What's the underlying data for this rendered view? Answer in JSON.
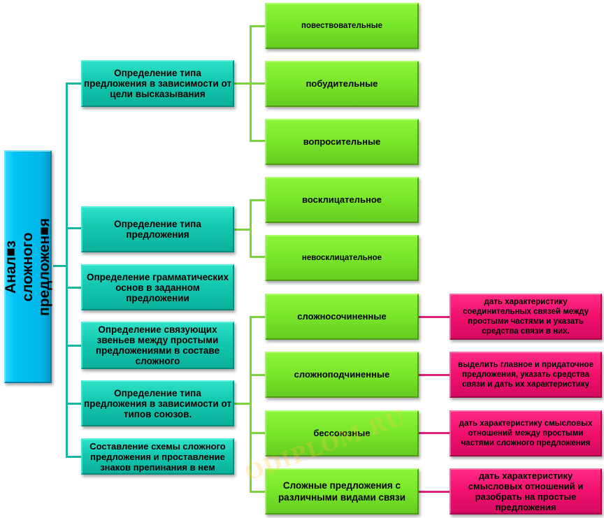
{
  "root": {
    "label": "Анал■з сложного предложен■я"
  },
  "steps": [
    {
      "label": "Определение типа предложения в зависимости от цели высказывания"
    },
    {
      "label": "Определение типа предложения"
    },
    {
      "label": "Определение грамматических основ в заданном предложении"
    },
    {
      "label": "Определение связующих звеньев между простыми предложениями в составе сложного"
    },
    {
      "label": "Определение типа предложения в зависимости от типов союзов."
    },
    {
      "label": "Составление схемы сложного предложения и проставление знаков препинания в нем"
    }
  ],
  "purpose_types": [
    {
      "label": "повествовательные"
    },
    {
      "label": "побудительные"
    },
    {
      "label": "вопросительные"
    }
  ],
  "intonation_types": [
    {
      "label": "восклицательное"
    },
    {
      "label": "невосклицательное"
    }
  ],
  "conjunction_types": [
    {
      "label": "сложносочиненные",
      "action": "дать характеристику соединительных связей между простыми частями и указать средства связи в них."
    },
    {
      "label": "сложноподчиненные",
      "action": "выделить главное и придаточное предложения, указать средства связи и дать их характеристику"
    },
    {
      "label": "бессоюзные",
      "action": "дать характеристику смысловых отношений между простыми частями сложного предложения"
    },
    {
      "label": "Сложные предложения с различными видами связи",
      "action": "дать характеристику смысловых отношений и разобрать на простые предложения"
    }
  ],
  "watermark": "ODIPLOM.RU",
  "colors": {
    "root": "#00c4f5",
    "step": "#14c7b0",
    "type": "#78e62a",
    "action": "#f0106e",
    "teal_line": "#1cb59e",
    "green_line": "#7ad33a",
    "pink_line": "#e0207a"
  }
}
